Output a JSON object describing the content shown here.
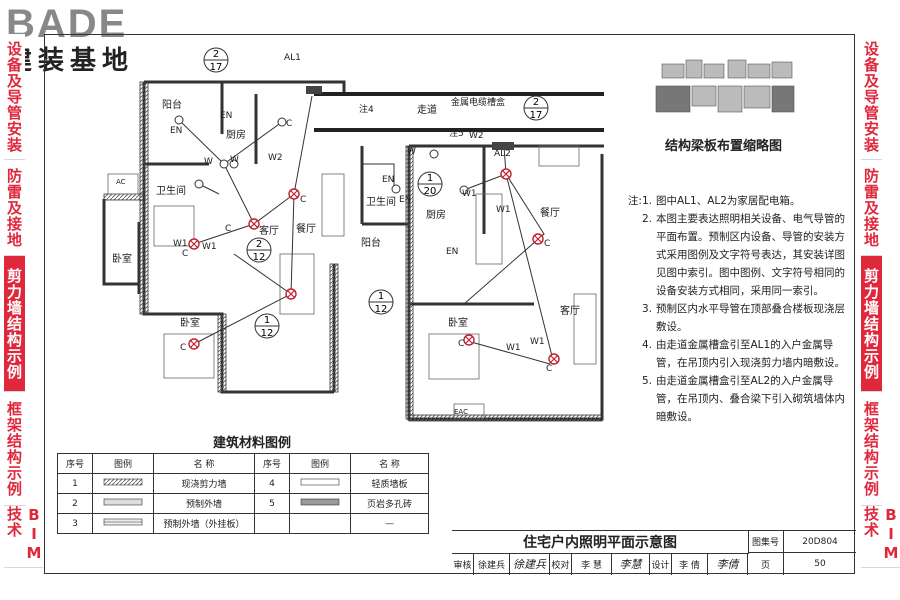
{
  "logo": {
    "latin": "BADE",
    "chinese": "建装基地"
  },
  "left_tabs": [
    {
      "label": "设备及导管安装",
      "active": false
    },
    {
      "label": "防雷及接地",
      "active": false
    },
    {
      "label": "剪力墙结构示例",
      "active": true
    },
    {
      "label": "框架结构示例",
      "active": false
    },
    {
      "label": "BIM技术",
      "active": false
    }
  ],
  "right_tabs": [
    {
      "label": "设备及导管安装",
      "active": false
    },
    {
      "label": "防雷及接地",
      "active": false
    },
    {
      "label": "剪力墙结构示例",
      "active": true
    },
    {
      "label": "框架结构示例",
      "active": false
    },
    {
      "label": "BIM技术",
      "active": false
    }
  ],
  "plan": {
    "rooms": {
      "balcony_left": "阳台",
      "kitchen_left": "厨房",
      "bath_left": "卫生间",
      "bedroom_left": "卧室",
      "living_left": "客厅",
      "dining_left": "餐厅",
      "bedroom_left_lower": "卧室",
      "corridor": "走道",
      "cable_tray": "金属电缆槽盒",
      "bath_right": "卫生间",
      "kitchen_right": "厨房",
      "dining_right": "餐厅",
      "balcony_right": "阳台",
      "bedroom_right": "卧室",
      "living_right": "客厅"
    },
    "panels": {
      "al1": "AL1",
      "al2": "AL2",
      "box4": "注4",
      "box5": "注5"
    },
    "switches": {
      "w1": "W1",
      "w2": "W2"
    },
    "fixtures": {
      "c": "C",
      "en": "EN",
      "ac": "AC",
      "eac": "EAC"
    },
    "detail_refs": [
      {
        "top": "2",
        "bottom": "17"
      },
      {
        "top": "2",
        "bottom": "17"
      },
      {
        "top": "1",
        "bottom": "20"
      },
      {
        "top": "2",
        "bottom": "12"
      },
      {
        "top": "1",
        "bottom": "12"
      },
      {
        "top": "1",
        "bottom": "12"
      }
    ]
  },
  "keymap": {
    "title": "结构梁板布置缩略图"
  },
  "notes": {
    "prefix": "注:",
    "items": [
      {
        "num": "1.",
        "text": "图中AL1、AL2为家居配电箱。"
      },
      {
        "num": "2.",
        "text": "本图主要表达照明相关设备、电气导管的平面布置。预制区内设备、导管的安装方式采用图例及文字符号表达，其安装详图见图中索引。图中图例、文字符号相同的设备安装方式相同，采用同一索引。"
      },
      {
        "num": "3.",
        "text": "预制区内水平导管在顶部叠合楼板现浇层敷设。"
      },
      {
        "num": "4.",
        "text": "由走道金属槽盒引至AL1的入户金属导管，在吊顶内引入现浇剪力墙内暗敷设。"
      },
      {
        "num": "5.",
        "text": "由走道金属槽盒引至AL2的入户金属导管，在吊顶内、叠合梁下引入砌筑墙体内暗敷设。"
      }
    ]
  },
  "legend": {
    "title": "建筑材料图例",
    "headers": [
      "序号",
      "图例",
      "名 称",
      "序号",
      "图例",
      "名 称"
    ],
    "rows": [
      {
        "no": "1",
        "name": "现浇剪力墙",
        "no2": "4",
        "name2": "轻质墙板"
      },
      {
        "no": "2",
        "name": "预制外墙",
        "no2": "5",
        "name2": "页岩多孔砖"
      },
      {
        "no": "3",
        "name": "预制外墙（外挂板）",
        "no2": "",
        "name2": "—"
      }
    ]
  },
  "titleblock": {
    "title": "住宅户内照明平面示意图",
    "atlas_label": "图集号",
    "atlas_no": "20D804",
    "review_label": "审核",
    "reviewer": "徐建兵",
    "reviewer_sig": "徐建兵",
    "check_label": "校对",
    "checker": "李 慧",
    "checker_sig": "李慧",
    "design_label": "设计",
    "designer": "李 倩",
    "designer_sig": "李倩",
    "page_label": "页",
    "page_no": "50"
  },
  "colors": {
    "accent": "#e0283c",
    "line": "#333333"
  }
}
